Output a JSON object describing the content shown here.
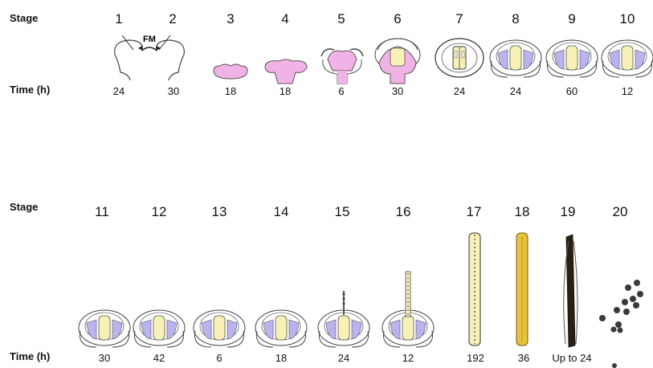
{
  "row1": {
    "stage_label": "Stage",
    "time_label": "Time (h)",
    "stages": [
      {
        "stage": "1",
        "time": "24"
      },
      {
        "stage": "2",
        "time": "30"
      },
      {
        "stage": "3",
        "time": "18"
      },
      {
        "stage": "4",
        "time": "18"
      },
      {
        "stage": "5",
        "time": "6"
      },
      {
        "stage": "6",
        "time": "30"
      },
      {
        "stage": "7",
        "time": "24"
      },
      {
        "stage": "8",
        "time": "24"
      },
      {
        "stage": "9",
        "time": "60"
      },
      {
        "stage": "10",
        "time": "12"
      }
    ],
    "annotation": "FM"
  },
  "row2": {
    "stage_label": "Stage",
    "time_label": "Time (h)",
    "stages": [
      {
        "stage": "11",
        "time": "30"
      },
      {
        "stage": "12",
        "time": "42"
      },
      {
        "stage": "13",
        "time": "6"
      },
      {
        "stage": "14",
        "time": "18"
      },
      {
        "stage": "15",
        "time": "24"
      },
      {
        "stage": "16",
        "time": "12"
      },
      {
        "stage": "17",
        "time": "192"
      },
      {
        "stage": "18",
        "time": "36"
      },
      {
        "stage": "19",
        "time": "Up to 24"
      },
      {
        "stage": "20",
        "time": ""
      }
    ]
  },
  "colors": {
    "outline": "#444444",
    "pink": "#f1b3e6",
    "lavender": "#b9b3ee",
    "pale_yellow": "#f7f1b8",
    "gold": "#e5c33a",
    "dark": "#2a1f10",
    "seed": "#3a3a3a"
  }
}
